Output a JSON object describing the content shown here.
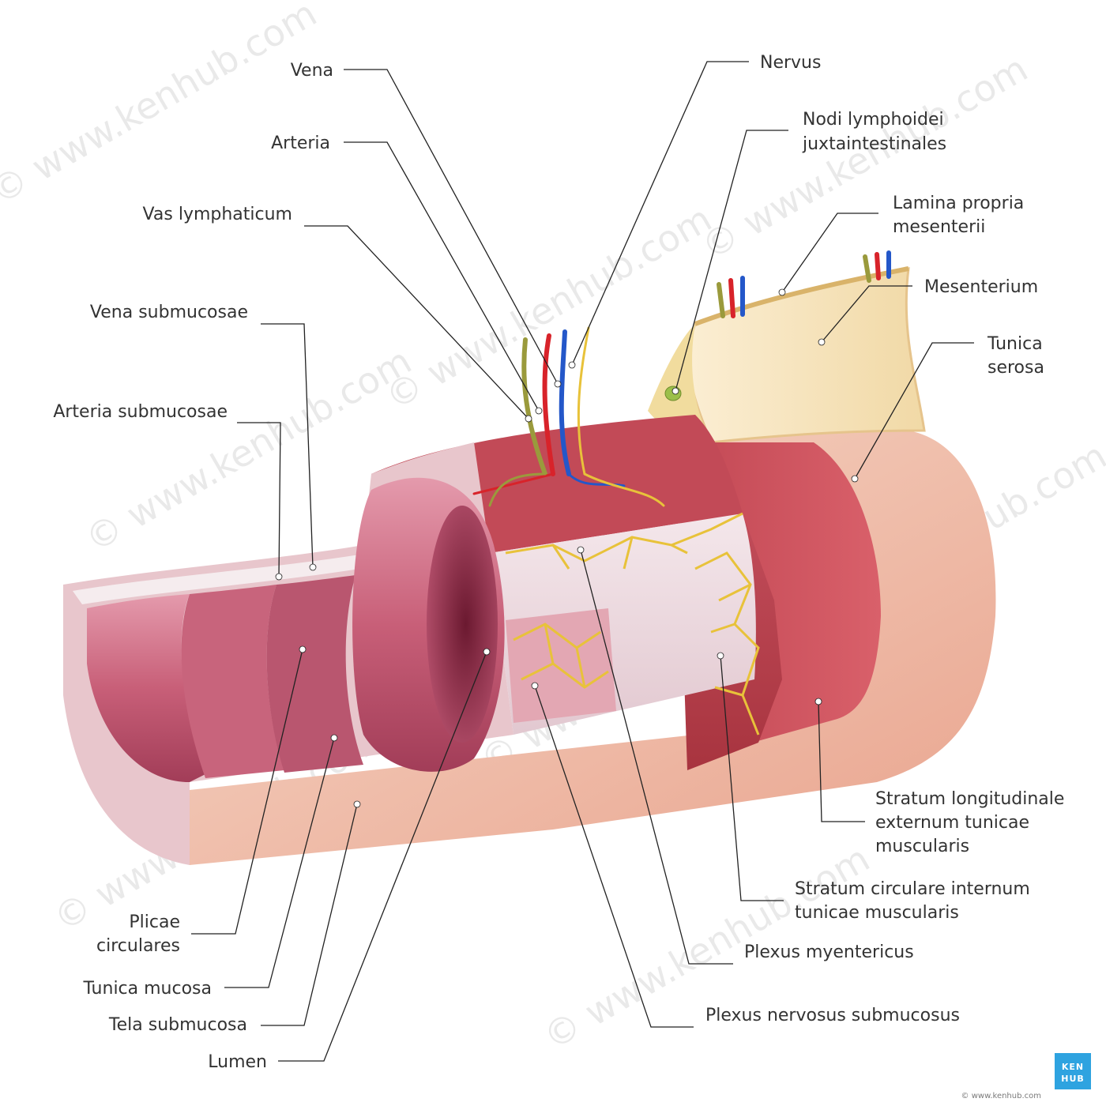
{
  "labels": {
    "vena": "Vena",
    "arteria": "Arteria",
    "vas_lymphaticum": "Vas lymphaticum",
    "vena_submucosae": "Vena submucosae",
    "arteria_submucosae": "Arteria submucosae",
    "nervus": "Nervus",
    "nodi_line1": "Nodi lymphoidei",
    "nodi_line2": "juxtaintestinales",
    "lamina_line1": "Lamina propria",
    "lamina_line2": "mesenterii",
    "mesenterium": "Mesenterium",
    "serosa_line1": "Tunica",
    "serosa_line2": "serosa",
    "longitudinale_line1": "Stratum longitudinale",
    "longitudinale_line2": "externum tunicae",
    "longitudinale_line3": "muscularis",
    "circulare_line1": "Stratum circulare internum",
    "circulare_line2": "tunicae muscularis",
    "myentericus": "Plexus myentericus",
    "submucosus": "Plexus nervosus submucosus",
    "plicae_line1": "Plicae",
    "plicae_line2": "circulares",
    "mucosa": "Tunica mucosa",
    "tela": "Tela submucosa",
    "lumen": "Lumen"
  },
  "watermark": "© www.kenhub.com",
  "logo": {
    "line1": "KEN",
    "line2": "HUB"
  },
  "copyright": "© www.kenhub.com",
  "colors": {
    "muscle": "#b9424f",
    "mucosa": "#c9607a",
    "submucosa": "#ecd6dc",
    "serosa": "#f2c7b4",
    "mesentery": "#f4e3b8",
    "nerve": "#e8c23a",
    "artery": "#d8232a",
    "vein": "#2457c9",
    "lymph": "#9a9a3c",
    "brand": "#2ea3e0"
  }
}
